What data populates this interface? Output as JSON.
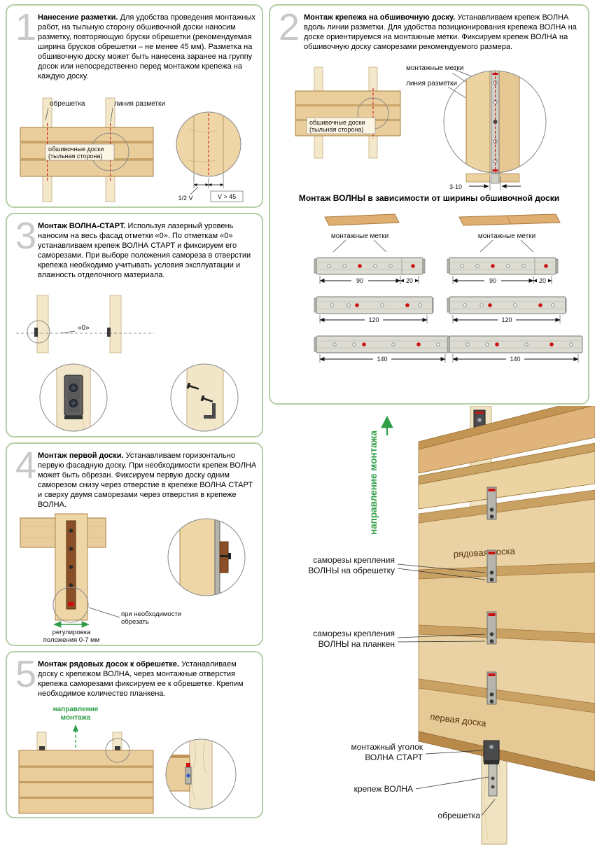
{
  "palette": {
    "panel_border": "#b3cfa5",
    "accent_green": "#2f9e46",
    "mark_red": "#cc1111",
    "step_number_gray": "#c8c8c8",
    "wood_light": "#f4e8ca",
    "wood_board": "#e9cd9b"
  },
  "panel1": {
    "number": "1",
    "title": "Нанесение разметки.",
    "body": "Для удобства проведения монтажных работ, на тыльную сторону обшивочной доски наносим разметку, повторяющую бруски обрешетки (рекомендуемая ширина брусков обрешетки – не менее 45 мм). Разметка на обшивочную доску может быть нанесена заранее на группу досок или непосредственно перед монтажом крепежа на каждую доску.",
    "label_batten": "обрешетка",
    "label_line": "линия разметки",
    "label_boards_1": "обшивочные доски",
    "label_boards_2": "(тыльная сторона)",
    "dim_half": "1/2 V",
    "dim_v": "V > 45"
  },
  "panel2": {
    "number": "2",
    "title": "Монтаж крепежа на обшивочную доску.",
    "body": "Устанавливаем крепеж ВОЛНА вдоль линии разметки. Для удобства позиционирования крепежа ВОЛНА на доске ориентируемся на монтажные метки. Фиксируем крепеж ВОЛНА на обшивочную доску саморезами рекомендуемого размера.",
    "label_marks": "монтажные метки",
    "label_line": "линия разметки",
    "label_boards_1": "обшивочные доски",
    "label_boards_2": "(тыльная сторона)",
    "dim_gap": "3-10",
    "subheading": "Монтаж ВОЛНЫ в зависимости от ширины обшивочной доски",
    "dim_90": "90",
    "dim_20": "20",
    "dim_120": "120",
    "dim_140": "140"
  },
  "panel3": {
    "number": "3",
    "title": "Монтаж ВОЛНА-СТАРТ.",
    "body": "Используя лазерный уровень наносим на весь фасад отметки «0». По отметкам «0» устанавливаем крепеж ВОЛНА СТАРТ и фиксируем его саморезами. При выборе положения самореза в отверстии крепежа необходимо учитывать условия эксплуатации и влажность отделочного материала.",
    "label_zero": "«0»"
  },
  "panel4": {
    "number": "4",
    "title": "Монтаж первой доски.",
    "body": "Устанавливаем горизонтально первую фасадную доску. При необходимости крепеж ВОЛНА может быть обрезан. Фиксируем первую доску одним саморезом снизу через отверстие в крепеже ВОЛНА СТАРТ и сверху двумя саморезами через отверстия в крепеже ВОЛНА.",
    "label_adjust_1": "регулировка",
    "label_adjust_2": "положения 0-7 мм",
    "label_cut_1": "при необходимости",
    "label_cut_2": "обрезать"
  },
  "panel5": {
    "number": "5",
    "title": "Монтаж рядовых досок к обрешетке.",
    "body": "Устанавливаем доску с крепежом ВОЛНА, через монтажные отверстия крепежа саморезами фиксируем ее к обрешетке. Крепим необходимое количество планкена.",
    "label_dir_1": "направление",
    "label_dir_2": "монтажа"
  },
  "main": {
    "label_direction": "направление монтажа",
    "board_row": "рядовая доска",
    "board_first": "первая доска",
    "label_screws_batten_1": "саморезы крепления",
    "label_screws_batten_2": "ВОЛНЫ на обрешетку",
    "label_screws_plank_1": "саморезы крепления",
    "label_screws_plank_2": "ВОЛНЫ на планкен",
    "label_corner_1": "монтажный уголок",
    "label_corner_2": "ВОЛНА СТАРТ",
    "label_clip": "крепеж ВОЛНА",
    "label_batten": "обрешетка"
  }
}
